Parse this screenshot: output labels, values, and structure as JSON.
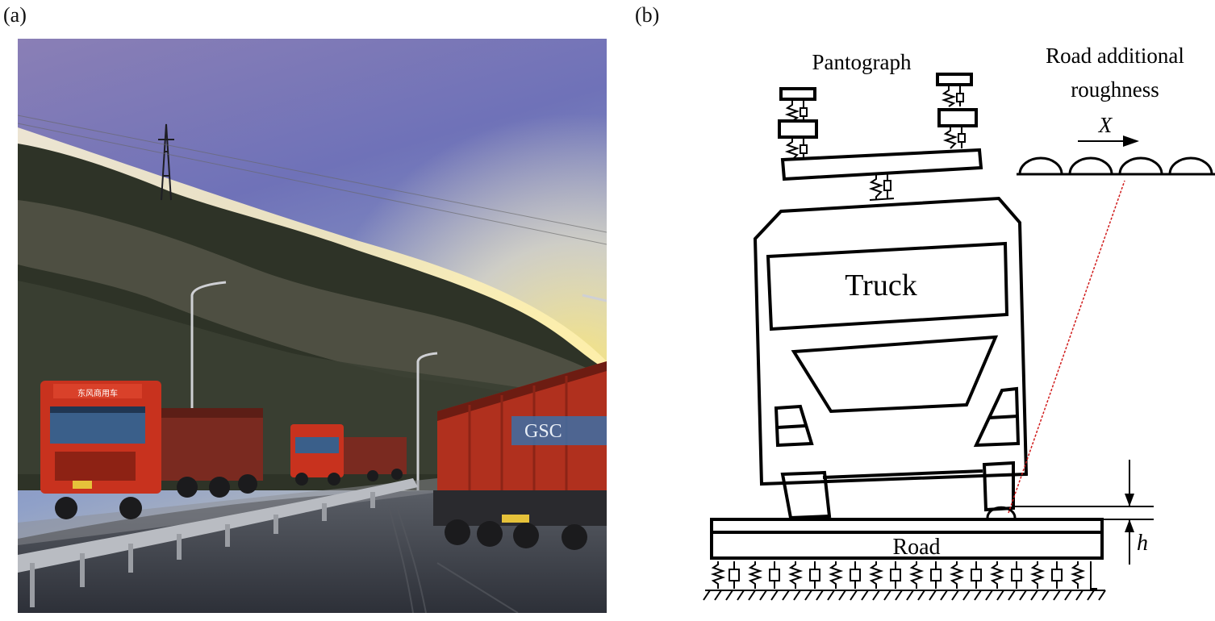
{
  "panels": {
    "a": {
      "label": "(a)"
    },
    "b": {
      "label": "(b)"
    }
  },
  "photo": {
    "truck_cab_text": "东风商用车",
    "trailer_text": "GSC"
  },
  "diagram": {
    "pantograph_label": "Pantograph",
    "roughness_label_line1": "Road additional",
    "roughness_label_line2": "roughness",
    "direction_label": "X",
    "truck_label": "Truck",
    "road_label": "Road",
    "height_label": "h"
  },
  "colors": {
    "sky_top": "#6f6fb8",
    "sky_glow": "#f6e9a8",
    "truck_red": "#c8321e",
    "road": "#3a3d44",
    "guide_line": "#d01c1c",
    "stroke": "#000000"
  }
}
